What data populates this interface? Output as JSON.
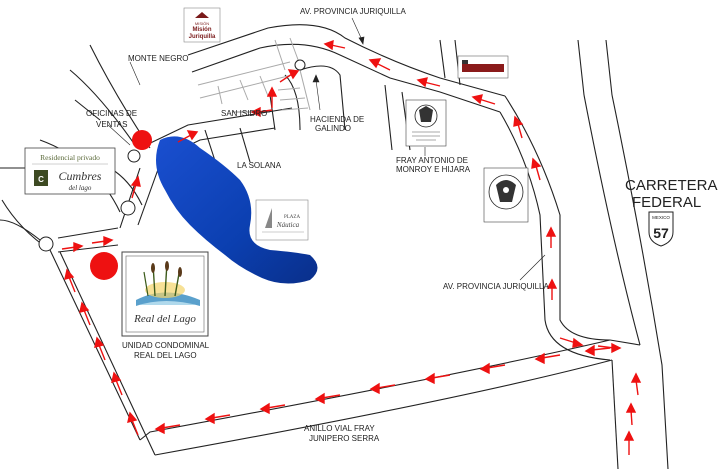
{
  "labels": {
    "av_prov_top": "AV. PROVINCIA JURIQUILLA",
    "av_prov_right": "AV. PROVINCIA JURIQUILLA",
    "monte_negro": "MONTE NEGRO",
    "san_isidro": "SAN ISIDRO",
    "la_solana": "LA SOLANA",
    "hacienda_1": "HACIENDA DE",
    "hacienda_2": "GALINDO",
    "fray_antonio_1": "FRAY ANTONIO DE",
    "fray_antonio_2": "MONROY E HIJARA",
    "oficinas_1": "OFICINAS  DE",
    "oficinas_2": "VENTAS",
    "carretera_1": "CARRETERA",
    "carretera_2": "FEDERAL",
    "anillo_1": "ANILLO VIAL FRAY",
    "anillo_2": "JUNIPERO SERRA",
    "unidad_1": "UNIDAD CONDOMINAL",
    "unidad_2": "REAL DEL LAGO"
  },
  "logos": {
    "mision_top": "MISIÓN",
    "mision_main": "Misión",
    "mision_sub": "Juriquilla",
    "residencial": "Residencial privado",
    "cumbres": "Cumbres",
    "cumbres_lago": "del lago",
    "plaza": "PLAZA",
    "nautica": "Náutica",
    "real_del_lago": "Real del Lago",
    "highway_country": "MEXICO",
    "highway_number": "57"
  },
  "colors": {
    "lake": "#0b3fb0",
    "marker": "#ee1111",
    "arrow": "#ee1111",
    "road": "#222222"
  }
}
